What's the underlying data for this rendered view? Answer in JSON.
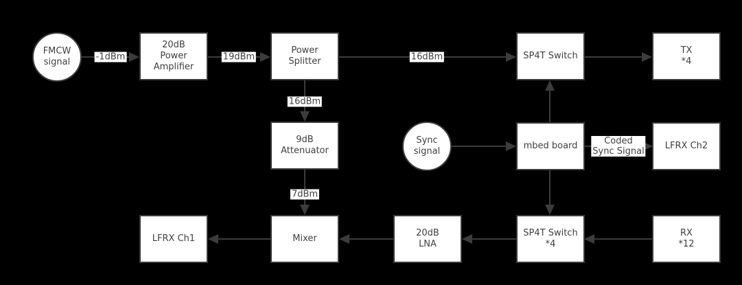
{
  "colors": {
    "background": "#000000",
    "node_fill": "#ffffff",
    "node_border": "#3c3c3c",
    "line": "#3c3c3c",
    "text": "#404040"
  },
  "nodes": {
    "fmcw_signal": "FMCW\nsignal",
    "power_amplifier": "20dB\nPower\nAmplifier",
    "power_splitter": "Power\nSplitter",
    "sp4t_switch_tx": "SP4T Switch",
    "tx_antennas": "TX\n*4",
    "sync_signal": "Sync\nsignal",
    "mbed_board": "mbed board",
    "lfrx_ch2": "LFRX Ch2",
    "attenuator": "9dB\nAttenuator",
    "lfrx_ch1": "LFRX Ch1",
    "mixer": "Mixer",
    "lna": "20dB\nLNA",
    "sp4t_switch_rx": "SP4T Switch\n*4",
    "rx_antennas": "RX\n*12"
  },
  "edge_labels": {
    "fmcw_to_pa": "-1dBm",
    "pa_to_splitter": "19dBm",
    "splitter_to_sp4t_tx": "16dBm",
    "splitter_to_attenuator": "16dBm",
    "attenuator_to_mixer": "7dBm",
    "mbed_to_lfrx_ch2": "Coded\nSync Signal"
  }
}
